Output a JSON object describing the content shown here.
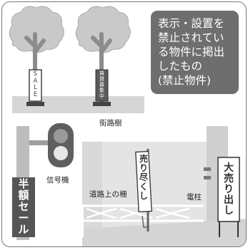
{
  "callout": {
    "lines": [
      "表示・設置を",
      "禁止されてい",
      "る物件に掲出",
      "したもの",
      "(禁止物件)"
    ]
  },
  "labels": {
    "street_trees": "街路樹",
    "traffic_signal": "信号機",
    "road_fence": "道路上の柵",
    "utility_pole": "電柱"
  },
  "signs": {
    "sale": "SALE",
    "tree_sign_2": "賃貸募集中",
    "half_price": "半額セール",
    "sold_out": "売り尽くし",
    "big_sale": "大売り出し"
  },
  "colors": {
    "callout_bg": "#6e6e6e",
    "ground": "#d4d4d4",
    "tree_canopy": "#c8c8c8",
    "dark_sign": "#5a5a5a"
  }
}
